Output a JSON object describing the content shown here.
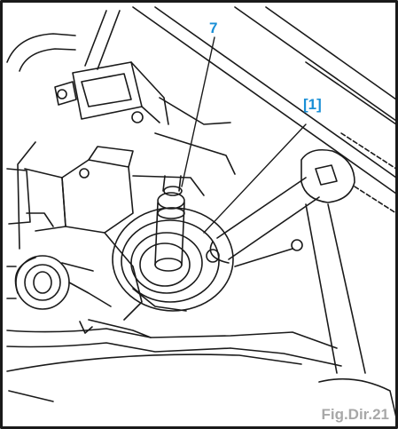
{
  "callouts": {
    "tool_number": "7",
    "part_reference": "[1]"
  },
  "figure_label": "Fig.Dir.21",
  "colors": {
    "callout": "#1a8fd6",
    "figure_label": "#a8a8a8",
    "line": "#1a1a1a"
  }
}
